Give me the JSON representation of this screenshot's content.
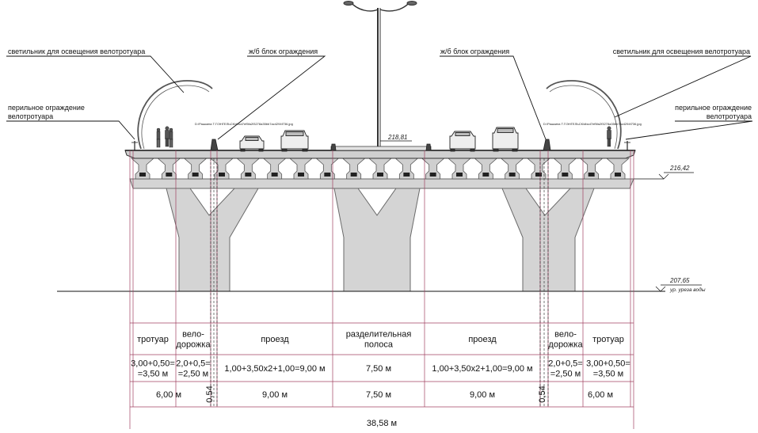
{
  "labels": {
    "left_lamp": "светильник для освещения велотротуара",
    "left_rail_1": "перильное ограждение",
    "left_rail_2": "велотротуара",
    "left_block": "ж/б блок ограждения",
    "right_block": "ж/б блок ограждения",
    "right_lamp": "светильник для освещения велотротуара",
    "right_rail_1": "перильное ограждение",
    "right_rail_2": "велотротуара",
    "file_path_left": "D:\\Рашкина Т.Г\\ЭНГЕЛЬСК\\dbcd7ef5fa2f3278a35bb7ac4294f736.jpg",
    "file_path_right": "D:\\Рашкина Т.Г\\ЭНГЕЛЬСК\\dbcd7ef5fa2f3278a35bb7ac4294f736.jpg"
  },
  "elevations": {
    "top": "218,81",
    "deck": "216,42",
    "water": "207,65",
    "water_note": "ур. уреза воды"
  },
  "table": {
    "names": [
      [
        "тротуар"
      ],
      [
        "вело-",
        "дорожка"
      ],
      [
        "проезд"
      ],
      [
        "разделительная",
        "полоса"
      ],
      [
        "проезд"
      ],
      [
        "вело-",
        "дорожка"
      ],
      [
        "тротуар"
      ]
    ],
    "formulas": [
      [
        "3,00+0,50=",
        "=3,50 м"
      ],
      [
        "2,0+0,5=",
        "=2,50 м"
      ],
      [
        "1,00+3,50х2+1,00=9,00 м"
      ],
      [
        "7,50 м"
      ],
      [
        "1,00+3,50х2+1,00=9,00 м"
      ],
      [
        "2,0+0,5=",
        "=2,50 м"
      ],
      [
        "3,00+0,50=",
        "=3,50 м"
      ]
    ],
    "widths": [
      "6,00 м",
      "0,54",
      "9,00 м",
      "7,50 м",
      "9,00 м",
      "0,54",
      "6,00 м"
    ],
    "total": "38,58 м"
  },
  "colors": {
    "line": "#111111",
    "concrete": "#d4d4d4",
    "concrete_edge": "#6a6a6a",
    "dim_line": "#a04060"
  }
}
